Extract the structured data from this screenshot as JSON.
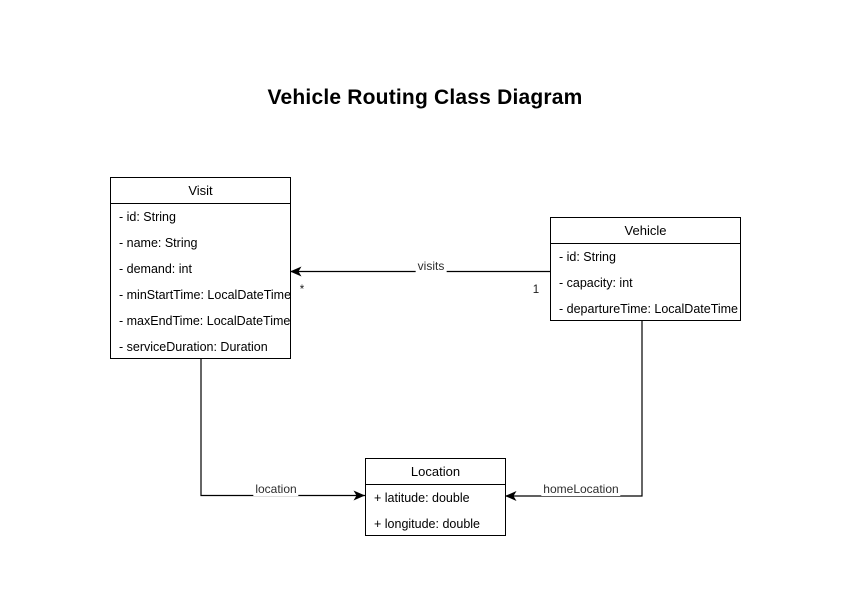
{
  "title": "Vehicle Routing Class Diagram",
  "classes": [
    {
      "name": "Visit",
      "fields": [
        "- id: String",
        "- name: String",
        "- demand: int",
        "- minStartTime: LocalDateTime",
        "- maxEndTime: LocalDateTime",
        "- serviceDuration: Duration"
      ]
    },
    {
      "name": "Vehicle",
      "fields": [
        "- id: String",
        "- capacity: int",
        "- departureTime: LocalDateTime"
      ]
    },
    {
      "name": "Location",
      "fields": [
        "+ latitude: double",
        "+ longitude: double"
      ]
    }
  ],
  "relationships": [
    {
      "label": "visits",
      "from": "Vehicle",
      "to": "Visit",
      "source_multiplicity": "1",
      "target_multiplicity": "*"
    },
    {
      "label": "location",
      "from": "Visit",
      "to": "Location"
    },
    {
      "label": "homeLocation",
      "from": "Vehicle",
      "to": "Location"
    }
  ],
  "colors": {
    "stroke": "#000000",
    "node_fill": "#ffffff",
    "text": "#000000",
    "background": "#ffffff"
  }
}
